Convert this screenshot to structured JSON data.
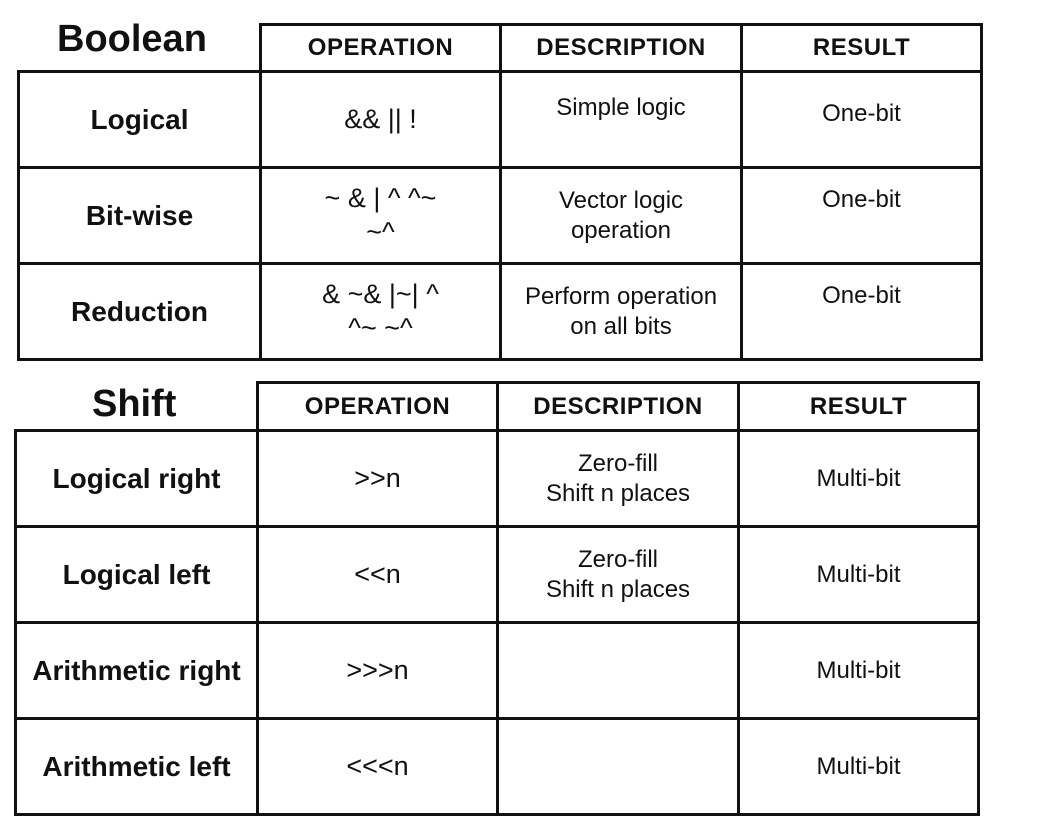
{
  "boolean": {
    "title": "Boolean",
    "headers": [
      "OPERATION",
      "DESCRIPTION",
      "RESULT"
    ],
    "rows": [
      {
        "label": "Logical",
        "operation": "&& || !",
        "description": "Simple logic",
        "result": "One-bit"
      },
      {
        "label": "Bit-wise",
        "operation": "~ & | ^ ^~\n~^",
        "description": "Vector logic\noperation",
        "result": "One-bit"
      },
      {
        "label": "Reduction",
        "operation": "& ~& |~| ^\n^~ ~^",
        "description": "Perform operation\non all  bits",
        "result": "One-bit"
      }
    ]
  },
  "shift": {
    "title": "Shift",
    "headers": [
      "OPERATION",
      "DESCRIPTION",
      "RESULT"
    ],
    "rows": [
      {
        "label": "Logical right",
        "operation": ">>n",
        "description": "Zero-fill\nShift n places",
        "result": "Multi-bit"
      },
      {
        "label": "Logical left",
        "operation": "<<n",
        "description": "Zero-fill\nShift n places",
        "result": "Multi-bit"
      },
      {
        "label": "Arithmetic right",
        "operation": ">>>n",
        "description": "",
        "result": "Multi-bit"
      },
      {
        "label": "Arithmetic left",
        "operation": "<<<n",
        "description": "",
        "result": "Multi-bit"
      }
    ]
  }
}
